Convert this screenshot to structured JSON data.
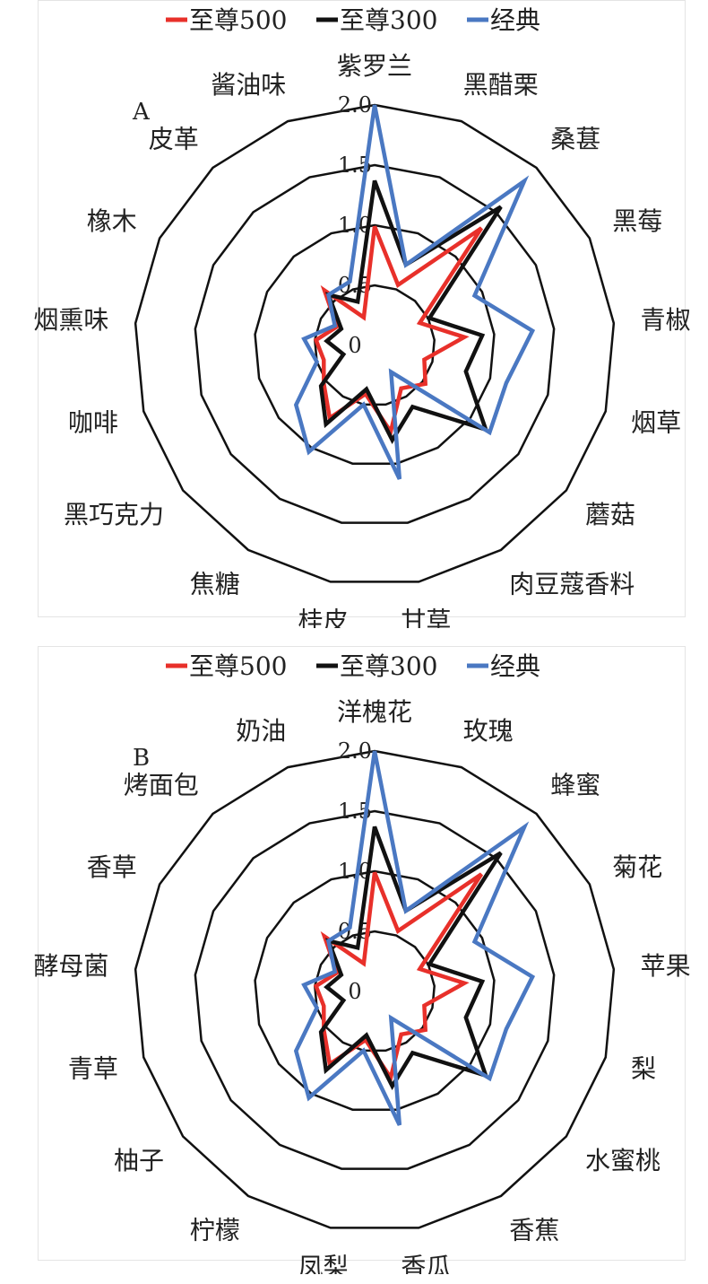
{
  "chart_data": [
    {
      "type": "radar",
      "panel_label": "A",
      "legend": [
        "至尊500",
        "至尊300",
        "经典"
      ],
      "legend_placement": "top",
      "categories": [
        "紫罗兰",
        "黑醋栗",
        "桑葚",
        "黑莓",
        "青椒",
        "烟草",
        "蘑菇",
        "肉豆蔻香料",
        "甘草",
        "桂皮",
        "焦糖",
        "黑巧克力",
        "咖啡",
        "烟熏味",
        "橡木",
        "皮革",
        "酱油味"
      ],
      "ticks": [
        "0",
        "0.5",
        "1.0",
        "1.5",
        "2.0"
      ],
      "range": [
        0,
        2.0
      ],
      "series": [
        {
          "name": "至尊500",
          "color": "#e8302a",
          "values": [
            0.99,
            0.54,
            1.32,
            0.42,
            0.75,
            0.43,
            0.53,
            0.42,
            0.73,
            0.41,
            0.71,
            0.53,
            0.44,
            0.49,
            0.35,
            0.62,
            0.25
          ]
        },
        {
          "name": "至尊300",
          "color": "#111111",
          "values": [
            1.37,
            0.72,
            1.56,
            0.51,
            0.9,
            0.79,
            1.16,
            0.6,
            0.8,
            0.37,
            0.77,
            0.56,
            0.27,
            0.4,
            0.31,
            0.57,
            0.39
          ]
        },
        {
          "name": "经典",
          "color": "#4a78c2",
          "values": [
            2.0,
            0.72,
            1.85,
            0.93,
            1.32,
            1.14,
            1.2,
            0.26,
            1.13,
            0.5,
            1.04,
            0.82,
            0.5,
            0.59,
            0.37,
            0.57,
            0.57
          ]
        }
      ]
    },
    {
      "type": "radar",
      "panel_label": "B",
      "legend": [
        "至尊500",
        "至尊300",
        "经典"
      ],
      "legend_placement": "top",
      "categories": [
        "洋槐花",
        "玫瑰",
        "蜂蜜",
        "菊花",
        "苹果",
        "梨",
        "水蜜桃",
        "香蕉",
        "香瓜",
        "凤梨",
        "柠檬",
        "柚子",
        "青草",
        "酵母菌",
        "香草",
        "烤面包",
        "奶油"
      ],
      "ticks": [
        "0",
        "0.5",
        "1.0",
        "1.5",
        "2.0"
      ],
      "range": [
        0,
        2.0
      ],
      "series": [
        {
          "name": "至尊500",
          "color": "#e8302a",
          "values": [
            0.99,
            0.54,
            1.32,
            0.42,
            0.75,
            0.43,
            0.53,
            0.42,
            0.73,
            0.41,
            0.71,
            0.53,
            0.44,
            0.49,
            0.35,
            0.62,
            0.25
          ]
        },
        {
          "name": "至尊300",
          "color": "#111111",
          "values": [
            1.37,
            0.72,
            1.56,
            0.51,
            0.9,
            0.79,
            1.16,
            0.6,
            0.8,
            0.37,
            0.77,
            0.56,
            0.27,
            0.4,
            0.31,
            0.57,
            0.39
          ]
        },
        {
          "name": "经典",
          "color": "#4a78c2",
          "values": [
            2.0,
            0.72,
            1.85,
            0.93,
            1.32,
            1.14,
            1.2,
            0.26,
            1.13,
            0.5,
            1.04,
            0.82,
            0.5,
            0.59,
            0.37,
            0.57,
            0.57
          ]
        }
      ]
    }
  ]
}
